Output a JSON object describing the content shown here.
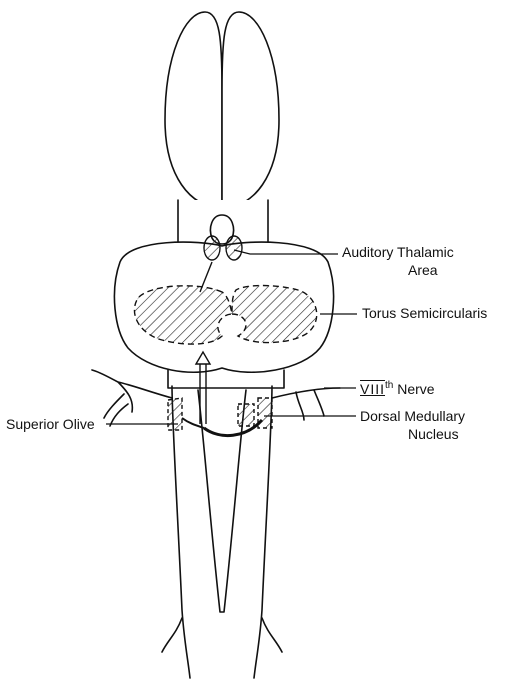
{
  "labels": {
    "auditory_thalamic_line1": "Auditory Thalamic",
    "auditory_thalamic_line2": "Area",
    "torus": "Torus Semicircularis",
    "viii_roman": "VIII",
    "viii_sup": "th",
    "viii_word": "Nerve",
    "dorsal_line1": "Dorsal Medullary",
    "dorsal_line2": "Nucleus",
    "superior_olive": "Superior Olive"
  }
}
